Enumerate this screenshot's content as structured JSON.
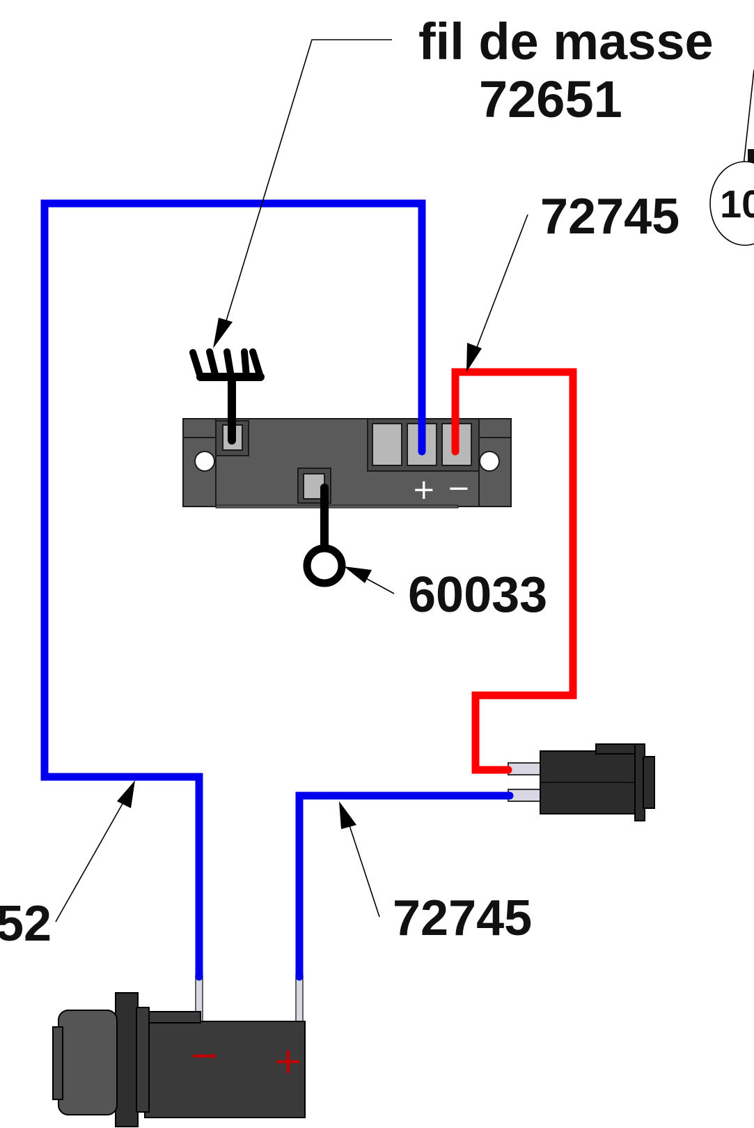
{
  "labels": {
    "ground_wire_line1": "fil de masse",
    "ground_wire_line2": "72651",
    "red_wire_ref": "72745",
    "bubble_ref_partial": "10",
    "terminal_ref": "60033",
    "left_wire_ref_partial": "52",
    "bottom_wire_ref": "72745"
  },
  "terminal_block": {
    "plus_sign": "+",
    "minus_sign": "−"
  },
  "socket": {
    "minus_sign": "−",
    "plus_sign": "+"
  },
  "colors": {
    "positive_wire": "#0000ee",
    "negative_wire": "#ff0000",
    "ground_wire": "#000000",
    "component_body": "#5a5a5a",
    "connector_body": "#2c2c2c"
  }
}
